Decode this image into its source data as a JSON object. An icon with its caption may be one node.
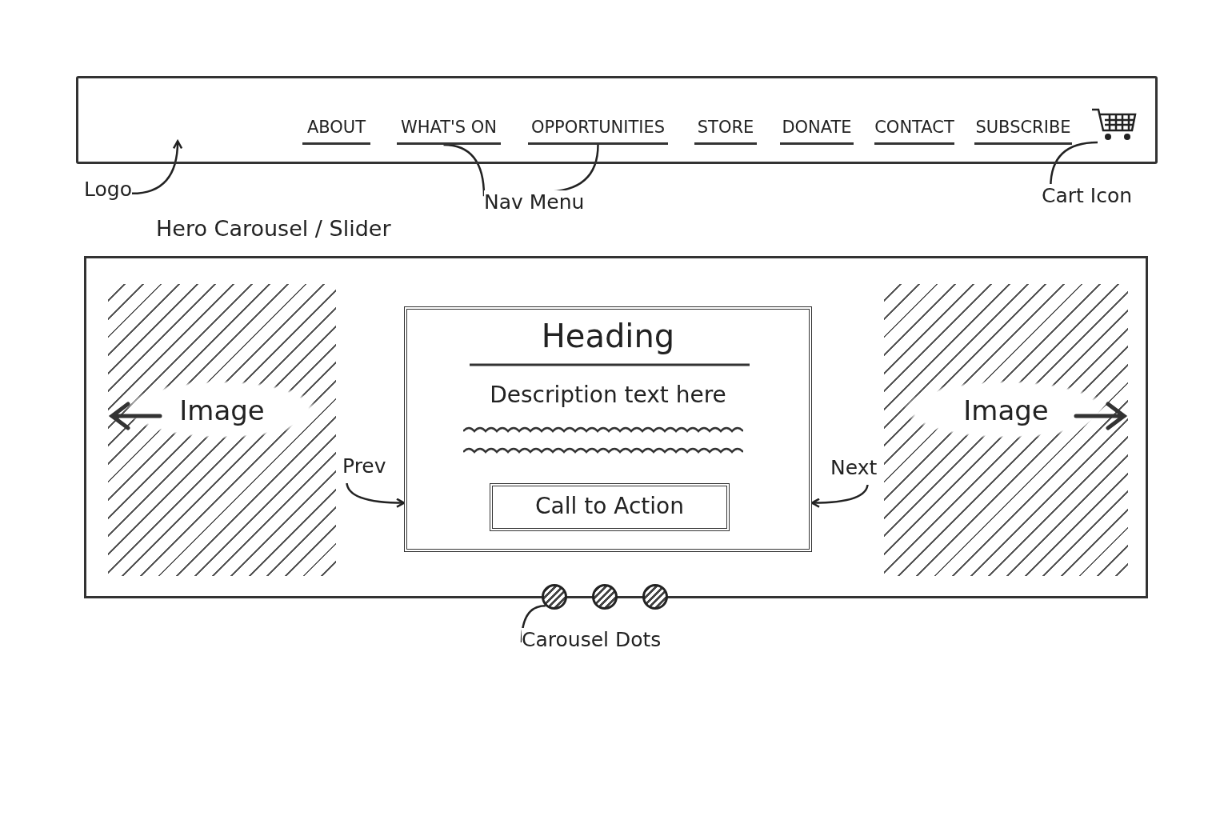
{
  "diagram": {
    "nodes": [
      {
        "text": [],
        "shape": "box"
      },
      {
        "text": [
          "ABOUT"
        ],
        "in": 0
      },
      {
        "text": [
          "WHAT'S ON"
        ],
        "in": 0
      },
      {
        "text": [
          "OPPORTUNITIES"
        ],
        "in": 0
      },
      {
        "text": [
          "STORE"
        ],
        "in": 0
      },
      {
        "text": [
          "DONATE"
        ],
        "in": 0
      },
      {
        "text": [
          "CONTACT"
        ],
        "in": 0
      },
      {
        "text": [
          "SUBSCRIBE"
        ],
        "in": 0
      },
      {
        "text": [],
        "shape": "cart",
        "in": 0
      },
      {
        "text": [
          "Logo"
        ]
      },
      {
        "text": [
          "Nav Menu"
        ]
      },
      {
        "text": [
          "Cart Icon"
        ]
      },
      {
        "text": [
          "Hero Carousel / Slider"
        ]
      },
      {
        "text": [
          "Image"
        ],
        "in": 12
      },
      {
        "text": [
          "Heading",
          "Description text here"
        ],
        "in": 12
      },
      {
        "text": [
          "Call to Action"
        ],
        "in": 14
      },
      {
        "text": [
          "Image"
        ],
        "in": 12
      },
      {
        "text": [
          "Prev"
        ],
        "in": 12
      },
      {
        "text": [
          "Next"
        ],
        "in": 12
      },
      {
        "text": [],
        "shape": "circle"
      },
      {
        "text": [],
        "shape": "circle"
      },
      {
        "text": [],
        "shape": "circle"
      },
      {
        "text": [
          "Carousel Dots"
        ]
      }
    ],
    "edges": [
      {
        "from": 9,
        "to": 0,
        "arrow": "to"
      },
      {
        "from": 10,
        "to": 2,
        "arrow": "none"
      },
      {
        "from": 10,
        "to": 3,
        "arrow": "none"
      },
      {
        "from": 11,
        "to": 8,
        "arrow": "none"
      },
      {
        "from": 17,
        "to": 14,
        "arrow": "to"
      },
      {
        "from": 18,
        "to": 14,
        "arrow": "to"
      },
      {
        "from": 22,
        "to": 19,
        "arrow": "none"
      }
    ]
  }
}
